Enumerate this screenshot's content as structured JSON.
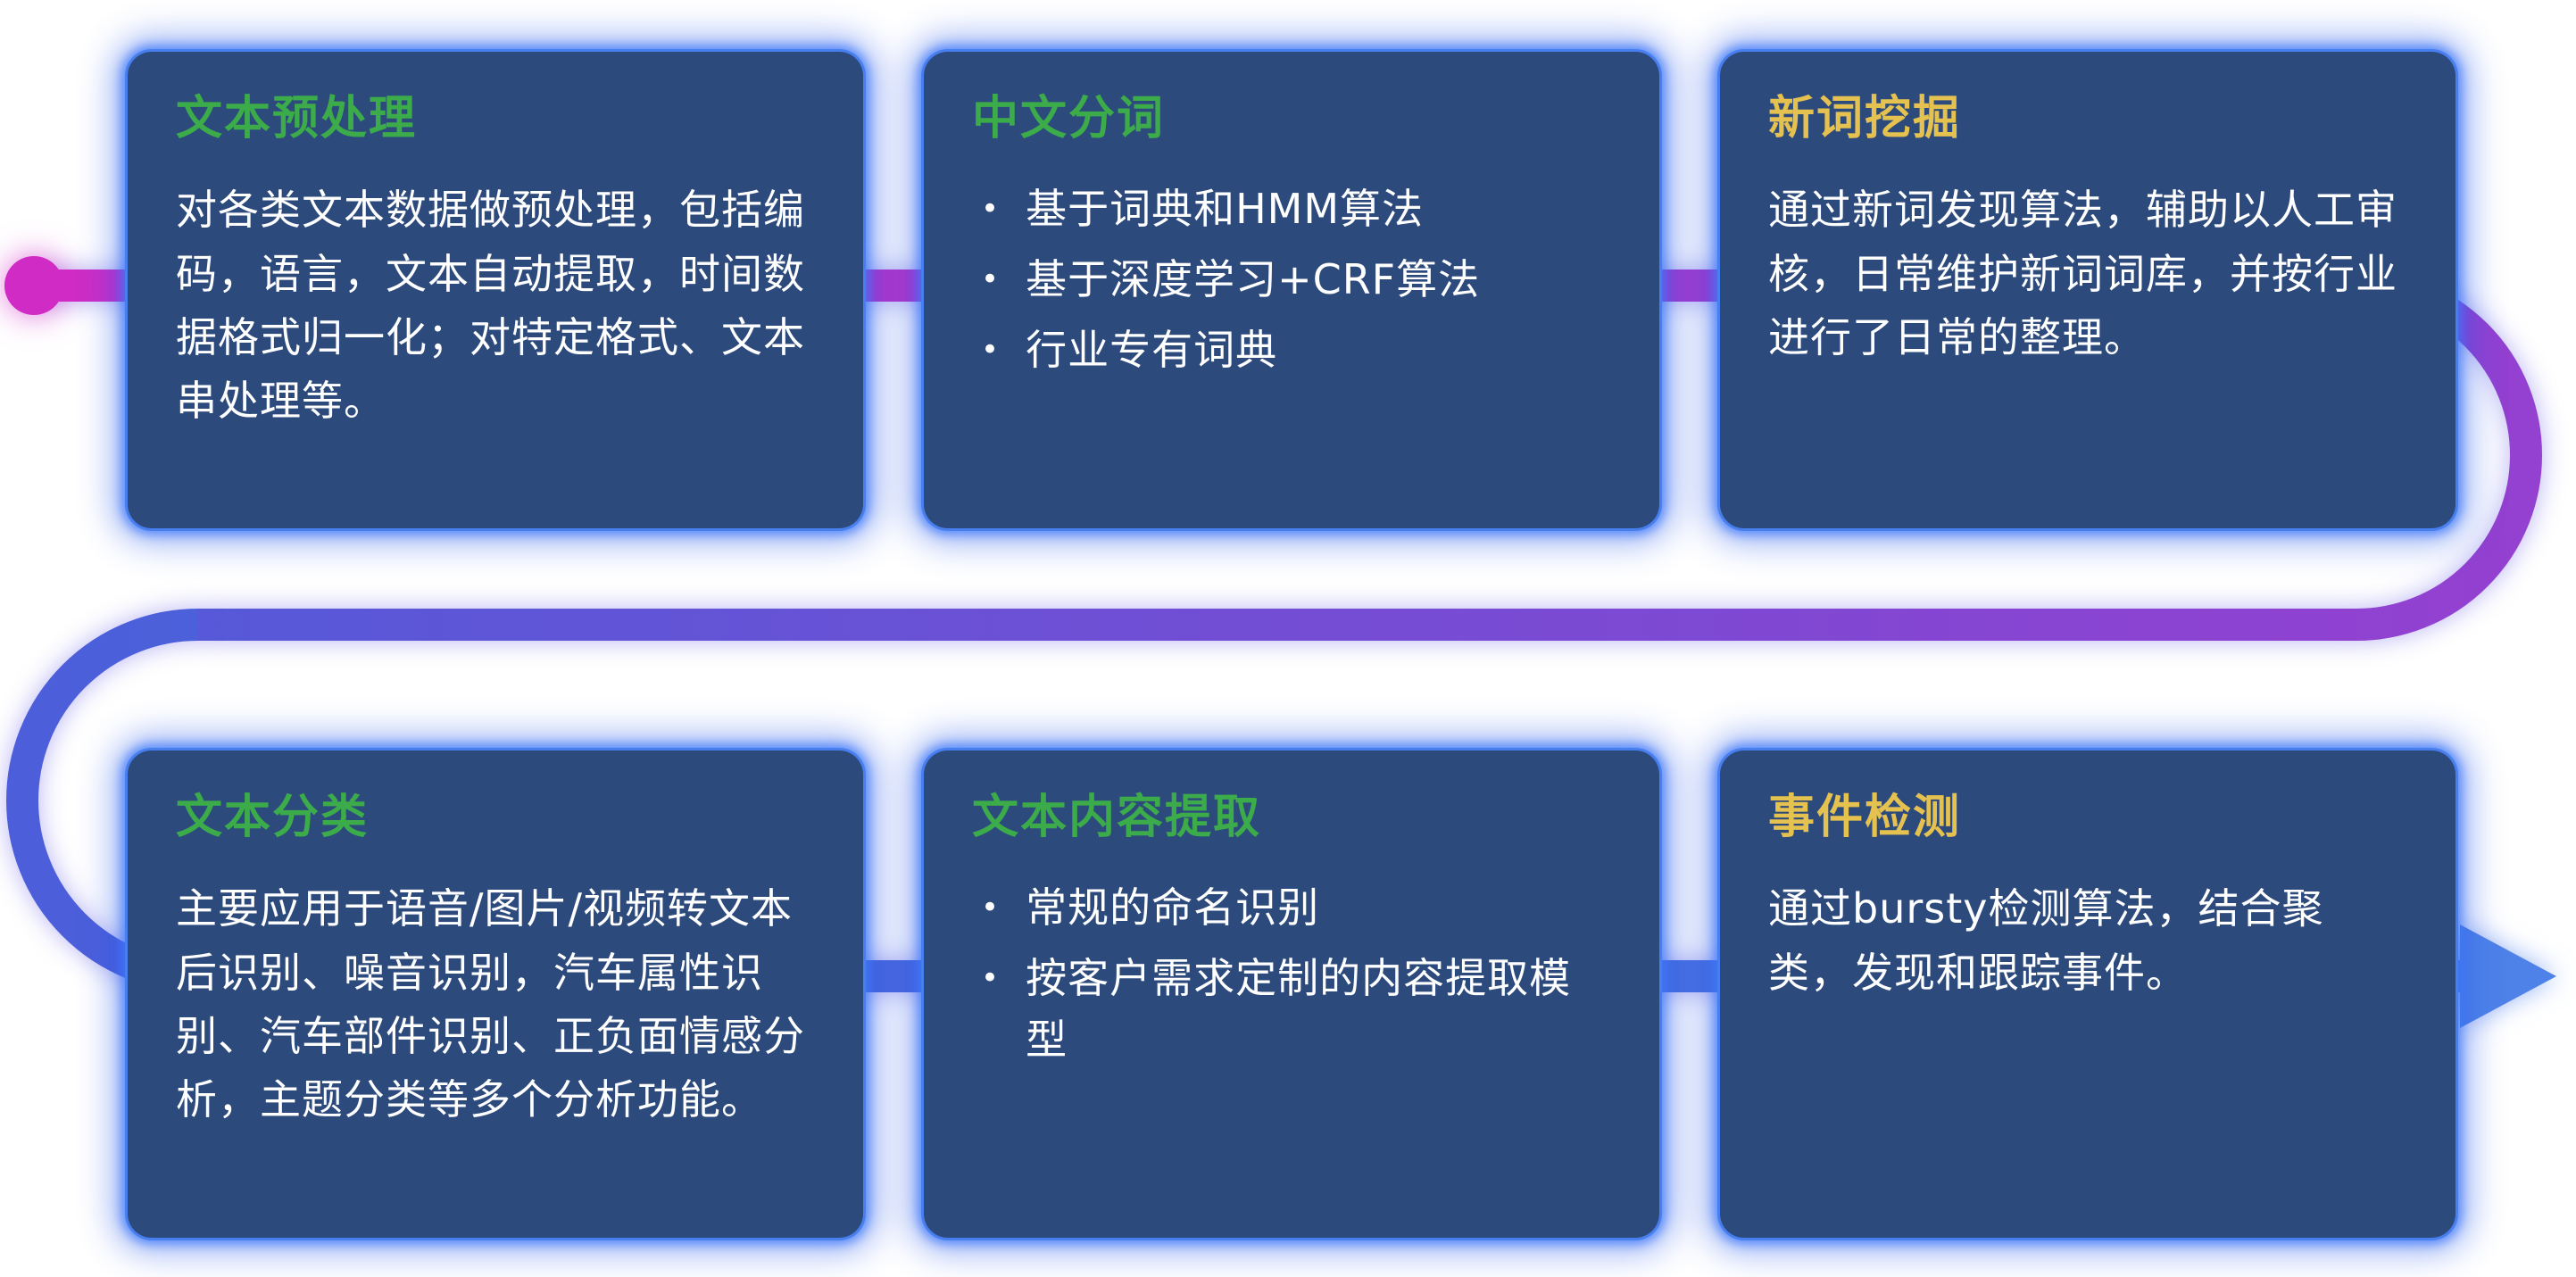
{
  "page": {
    "background": "#ffffff"
  },
  "ui": {
    "bullet": "•"
  },
  "palette": {
    "card_background": "#2d4a7d",
    "card_glow": "#3f74f0",
    "body_text": "#ffffff",
    "title_green": "#3cab4a",
    "title_gold": "#e5c24f"
  },
  "flow": {
    "dot_color": "#d02cc5",
    "segment1": {
      "from": "#d02cc5",
      "to": "#9440d0"
    },
    "segment2": {
      "left": "#5659d8",
      "right": "#9440d0"
    },
    "segment3": {
      "from": "#4c5eda",
      "to": "#4a7ce4"
    },
    "arrow_color": "#4e82e8"
  },
  "cards": [
    {
      "id": "text-preprocessing",
      "title": "文本预处理",
      "title_color": "#3cab4a",
      "body": "对各类文本数据做预处理，包括编码，语言，文本自动提取，时间数据格式归一化；对特定格式、文本串处理等。"
    },
    {
      "id": "chinese-word-segmentation",
      "title": "中文分词",
      "title_color": "#3cab4a",
      "bullets": [
        "基于词典和HMM算法",
        "基于深度学习+CRF算法",
        "行业专有词典"
      ]
    },
    {
      "id": "new-word-mining",
      "title": "新词挖掘",
      "title_color": "#e5c24f",
      "body": "通过新词发现算法，辅助以人工审核，日常维护新词词库，并按行业进行了日常的整理。"
    },
    {
      "id": "text-classification",
      "title": "文本分类",
      "title_color": "#3cab4a",
      "body": "主要应用于语音/图片/视频转文本后识别、噪音识别，汽车属性识别、汽车部件识别、正负面情感分析，主题分类等多个分析功能。"
    },
    {
      "id": "text-content-extraction",
      "title": "文本内容提取",
      "title_color": "#3cab4a",
      "bullets": [
        "常规的命名识别",
        "按客户需求定制的内容提取模型"
      ]
    },
    {
      "id": "event-detection",
      "title": "事件检测",
      "title_color": "#e5c24f",
      "body": "通过bursty检测算法，结合聚类，发现和跟踪事件。"
    }
  ]
}
